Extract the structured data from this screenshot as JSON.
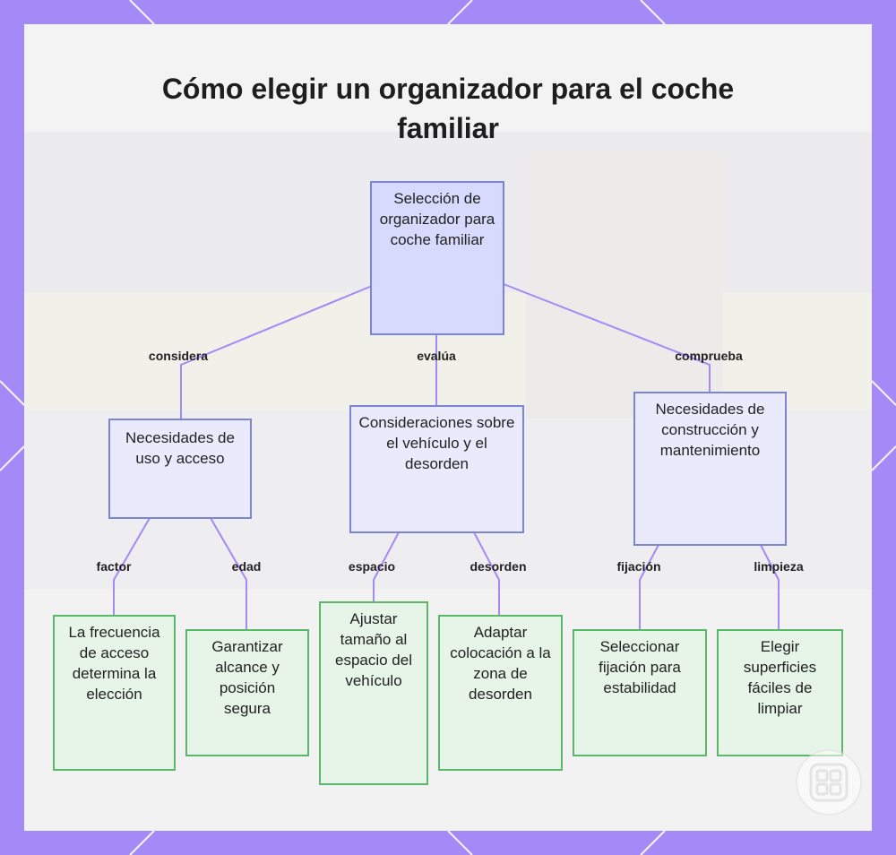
{
  "title": "Cómo elegir un organizador para el coche familiar",
  "nodes": {
    "root": "Selección de organizador para coche familiar",
    "uso": "Necesidades de uso y acceso",
    "vehiculo": "Consideraciones sobre el vehículo y el desorden",
    "construccion": "Necesidades de construcción y mantenimiento",
    "frecuencia": "La frecuencia de acceso determina la elección",
    "alcance": "Garantizar alcance y posición segura",
    "tamano": "Ajustar tamaño al espacio del vehículo",
    "colocacion": "Adaptar colocación a la zona de desorden",
    "fijacion": "Seleccionar fijación para estabilidad",
    "superficies": "Elegir superficies fáciles de limpiar"
  },
  "edges": {
    "considera": "considera",
    "evalua": "evalúa",
    "comprueba": "comprueba",
    "factor": "factor",
    "edad": "edad",
    "espacio": "espacio",
    "desorden": "desorden",
    "fijacion": "fijación",
    "limpieza": "limpieza"
  },
  "colors": {
    "frame": "#a48af7",
    "edge_line": "#a48af7",
    "category_fill": "#e9ebfd",
    "root_fill": "#d7dafc",
    "category_border": "#7c84d4",
    "leaf_fill": "#e6f5e7",
    "leaf_border": "#5bb86b"
  },
  "icons": {
    "watermark": "app-grid-logo-icon"
  }
}
